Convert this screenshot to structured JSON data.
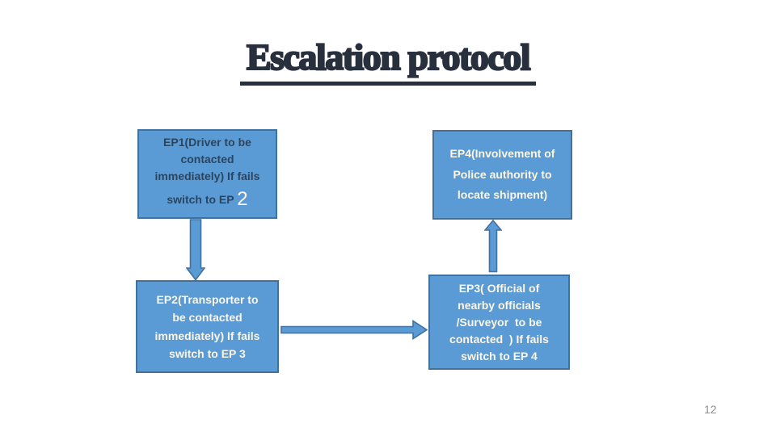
{
  "slide": {
    "title": "Escalation protocol",
    "page_number": "12"
  },
  "colors": {
    "box_fill": "#5b9bd5",
    "box_border": "#41719c",
    "box_text_light": "#fdf5e3",
    "box_text_dark": "#2b455e",
    "title_color": "#28303d",
    "page_number_color": "#8f8f8f"
  },
  "diagram": {
    "ep1": {
      "lines": [
        "EP1(Driver to be",
        "contacted",
        "immediately) If fails"
      ],
      "last_line_text": "switch to EP ",
      "last_line_big": "2"
    },
    "ep2": {
      "lines": [
        "EP2(Transporter to",
        "be contacted",
        "immediately) If fails",
        "switch to EP 3"
      ]
    },
    "ep3": {
      "lines": [
        "EP3( Official of",
        "nearby officials",
        "/Surveyor  to be",
        "contacted  ) If fails",
        "switch to EP 4"
      ]
    },
    "ep4": {
      "lines": [
        "EP4(Involvement of",
        "Police authority to",
        "locate shipment)"
      ]
    },
    "arrows": [
      {
        "name": "ep1-to-ep2",
        "direction": "down"
      },
      {
        "name": "ep2-to-ep3",
        "direction": "right"
      },
      {
        "name": "ep3-to-ep4",
        "direction": "up"
      }
    ]
  }
}
